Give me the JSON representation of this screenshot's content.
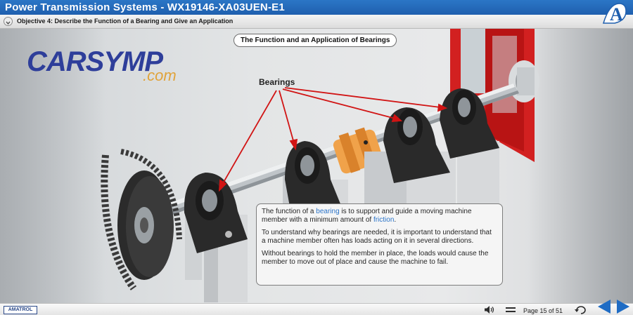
{
  "window": {
    "title": "Power Transmission Systems - WX19146-XA03UEN-E1"
  },
  "objective": {
    "text": "Objective 4: Describe the Function of a Bearing and Give an Application"
  },
  "watermark": {
    "line1": "CARSYMP",
    "line2": ".com"
  },
  "slide": {
    "title": "The Function and an Application of Bearings",
    "callout_label": "Bearings"
  },
  "info": {
    "p1_a": "The function of a ",
    "p1_term": "bearing",
    "p1_b": " is to support and guide a moving machine member with a minimum amount of ",
    "p1_term2": "friction",
    "p1_c": ".",
    "p2": "To understand why bearings are needed, it is important to understand that a machine member often has loads acting on it in several directions.",
    "p3": "Without bearings to hold the member in place, the loads would cause the member to move out of place and cause the machine to fail."
  },
  "footer": {
    "brand": "AMATROL",
    "page_text": "Page 15 of 51"
  },
  "icons": {
    "logo": "amatrol-a-logo",
    "objective_toggle": "chevron-down-icon",
    "audio": "speaker-icon",
    "menu": "menu-icon",
    "reset": "reset-icon",
    "prev": "arrow-left-icon",
    "next": "arrow-right-icon"
  },
  "colors": {
    "titlebar": "#1f5fae",
    "term": "#2b74c9",
    "callout_arrows": "#d11414",
    "coupling": "#f0a24a"
  }
}
